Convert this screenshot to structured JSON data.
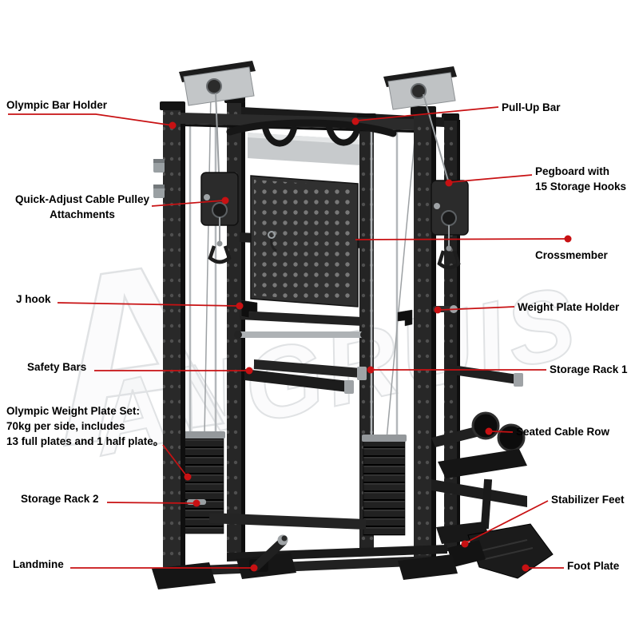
{
  "diagram": {
    "watermark_initial": "A",
    "watermark": "ANGRUIS",
    "accent_color": "#c81113"
  },
  "callouts": {
    "left": [
      {
        "id": "olympic-bar-holder",
        "label": "Olympic Bar Holder"
      },
      {
        "id": "quick-adjust-cable-pulley-attachments",
        "label": "Quick-Adjust Cable Pulley\nAttachments"
      },
      {
        "id": "j-hook",
        "label": "J hook"
      },
      {
        "id": "safety-bars",
        "label": "Safety Bars"
      },
      {
        "id": "olympic-weight-plate-set",
        "label": "Olympic Weight Plate Set:\n70kg per side, includes\n13 full plates and 1 half plate。"
      },
      {
        "id": "storage-rack-2",
        "label": "Storage Rack 2"
      },
      {
        "id": "landmine",
        "label": "Landmine"
      }
    ],
    "right": [
      {
        "id": "pull-up-bar",
        "label": "Pull-Up Bar"
      },
      {
        "id": "pegboard",
        "label": "Pegboard with\n15 Storage Hooks"
      },
      {
        "id": "crossmember",
        "label": "Crossmember"
      },
      {
        "id": "weight-plate-holder",
        "label": "Weight Plate Holder"
      },
      {
        "id": "storage-rack-1",
        "label": "Storage Rack 1"
      },
      {
        "id": "seated-cable-row",
        "label": "Seated Cable Row"
      },
      {
        "id": "stabilizer-feet",
        "label": "Stabilizer Feet"
      },
      {
        "id": "foot-plate",
        "label": "Foot Plate"
      }
    ]
  }
}
